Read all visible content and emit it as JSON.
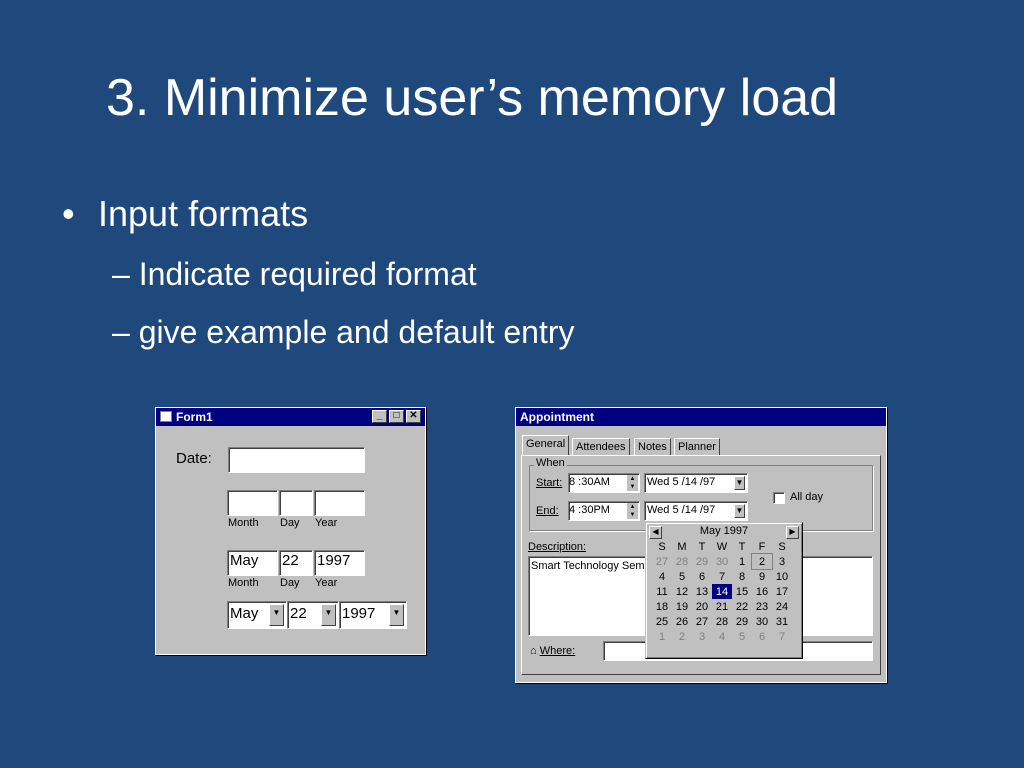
{
  "slide": {
    "title": "3. Minimize user’s memory load",
    "bullet_glyph": "•",
    "bullet": "Input formats",
    "sub_bullets": [
      "– Indicate required format",
      "– give example and default entry"
    ]
  },
  "form1": {
    "title": "Form1",
    "date_label": "Date:",
    "empty_labels": [
      "Month",
      "Day",
      "Year"
    ],
    "filled": {
      "month": "May",
      "day": "22",
      "year": "1997",
      "labels": [
        "Month",
        "Day",
        "Year"
      ]
    },
    "combos": {
      "month": "May",
      "day": "22",
      "year": "1997"
    }
  },
  "appointment": {
    "title": "Appointment",
    "tabs": [
      "General",
      "Attendees",
      "Notes",
      "Planner"
    ],
    "when_label": "When",
    "start_label": "Start:",
    "start_time": " 8 :30AM",
    "start_date": "Wed  5  /14 /97",
    "end_label": "End:",
    "end_time": " 4 :30PM",
    "end_date": "Wed  5  /14 /97",
    "allday_label": "All day",
    "description_label": "Description:",
    "description_text": "Smart Technology Sem",
    "where_label": "Where:",
    "calendar": {
      "month_label": "May 1997",
      "weekdays": [
        "S",
        "M",
        "T",
        "W",
        "T",
        "F",
        "S"
      ],
      "weeks": [
        [
          "27",
          "28",
          "29",
          "30",
          "1",
          "2",
          "3"
        ],
        [
          "4",
          "5",
          "6",
          "7",
          "8",
          "9",
          "10"
        ],
        [
          "11",
          "12",
          "13",
          "14",
          "15",
          "16",
          "17"
        ],
        [
          "18",
          "19",
          "20",
          "21",
          "22",
          "23",
          "24"
        ],
        [
          "25",
          "26",
          "27",
          "28",
          "29",
          "30",
          "31"
        ],
        [
          "1",
          "2",
          "3",
          "4",
          "5",
          "6",
          "7"
        ]
      ],
      "selected": "14",
      "today": "2"
    }
  }
}
